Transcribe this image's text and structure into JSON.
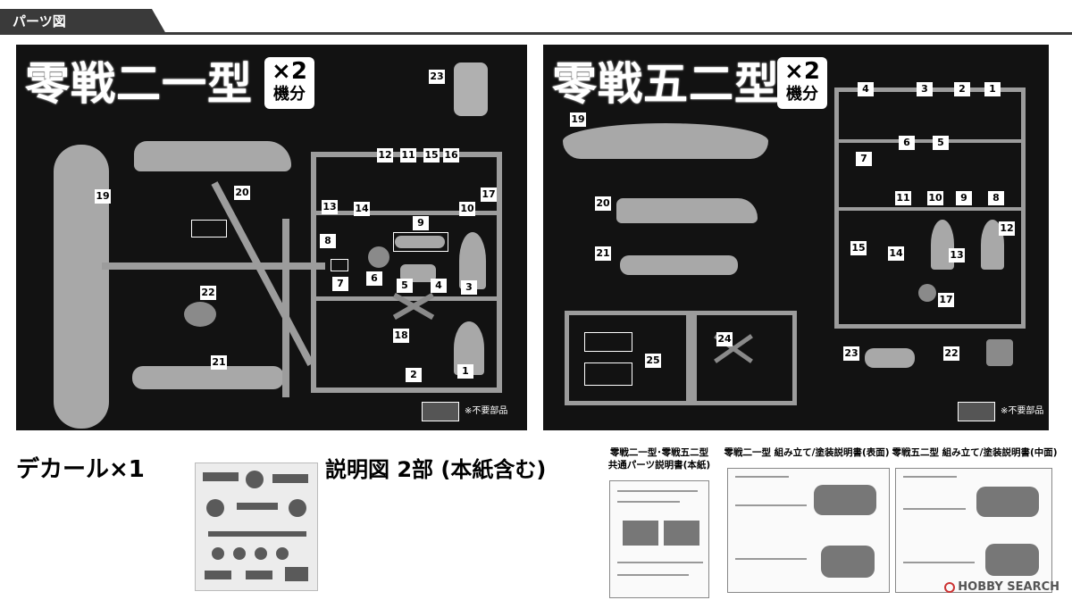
{
  "tab": {
    "title": "パーツ図"
  },
  "left_panel": {
    "title": "零戦二一型",
    "badge_mult": "×2",
    "badge_sub": "機分",
    "part_numbers": [
      "23",
      "12",
      "11",
      "15",
      "16",
      "19",
      "20",
      "17",
      "13",
      "14",
      "10",
      "9",
      "8",
      "22",
      "7",
      "6",
      "5",
      "4",
      "3",
      "18",
      "21",
      "2",
      "1"
    ],
    "legend": "※不要部品"
  },
  "right_panel": {
    "title": "零戦五二型",
    "badge_mult": "×2",
    "badge_sub": "機分",
    "part_numbers": [
      "4",
      "3",
      "2",
      "1",
      "19",
      "6",
      "5",
      "7",
      "11",
      "10",
      "9",
      "8",
      "20",
      "15",
      "14",
      "13",
      "12",
      "21",
      "17",
      "24",
      "25",
      "23",
      "22"
    ],
    "legend": "※不要部品"
  },
  "bottom": {
    "decal_label": "デカール×1",
    "manual_label": "説明図 2部 (本紙含む)",
    "manuals": [
      {
        "caption_line1": "零戦二一型･零戦五二型",
        "caption_line2": "共通パーツ説明書(本紙)"
      },
      {
        "caption_line1": "零戦二一型 組み立て/塗装説明書(表面)"
      },
      {
        "caption_line1": "零戦五二型 組み立て/塗装説明書(中面)"
      }
    ]
  },
  "watermark": {
    "text": "HOBBY SEARCH"
  }
}
